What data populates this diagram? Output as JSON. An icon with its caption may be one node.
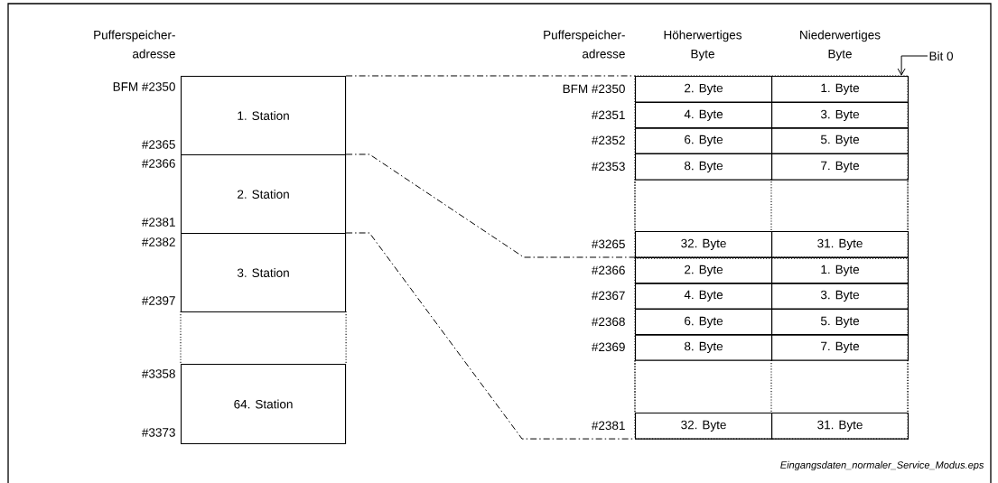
{
  "diagram": {
    "nodes": [
      {
        "text": [
          "1. Station"
        ]
      },
      {
        "text": [
          "2. Station"
        ]
      },
      {
        "text": [
          "3. Station"
        ]
      },
      {
        "text": [],
        "shape": "box"
      },
      {
        "text": [
          "64. Station"
        ]
      },
      {
        "text": [
          "Bit 0"
        ]
      },
      {
        "text": [],
        "shape": "box"
      },
      {
        "text": [],
        "shape": "box",
        "in": 6
      },
      {
        "text": [],
        "shape": "box"
      },
      {
        "text": [],
        "shape": "box",
        "in": 8
      }
    ],
    "edges": [
      {
        "from": 5,
        "to": 6,
        "arrow": "to"
      },
      {
        "from": 0,
        "to": 6,
        "arrow": "none",
        "style": "dashed"
      },
      {
        "from": 1,
        "to": 8,
        "arrow": "none",
        "style": "dashed"
      },
      {
        "from": 2,
        "to": 8,
        "arrow": "none",
        "style": "dashed"
      }
    ],
    "labels": [
      "Pufferspeicher- adresse",
      "Pufferspeicher- adresse",
      "Höherwertiges Byte",
      "Niederwertiges Byte",
      "BFM #2350",
      "#2365",
      "#2366",
      "#2381",
      "#2382",
      "#2397",
      "#3358",
      "#3373",
      "BFM #2350",
      "2. Byte",
      "1. Byte",
      "#2351",
      "4. Byte",
      "3. Byte",
      "#2352",
      "6. Byte",
      "5. Byte",
      "#2353",
      "8. Byte",
      "7. Byte",
      "#3265",
      "32. Byte",
      "31. Byte",
      "#2366",
      "2. Byte",
      "1. Byte",
      "#2367",
      "4. Byte",
      "3. Byte",
      "#2368",
      "6. Byte",
      "5. Byte",
      "#2369",
      "8. Byte",
      "7. Byte",
      "#2381",
      "32. Byte",
      "31. Byte",
      "Eingangsdaten_normaler_Service_Modus.eps"
    ]
  }
}
